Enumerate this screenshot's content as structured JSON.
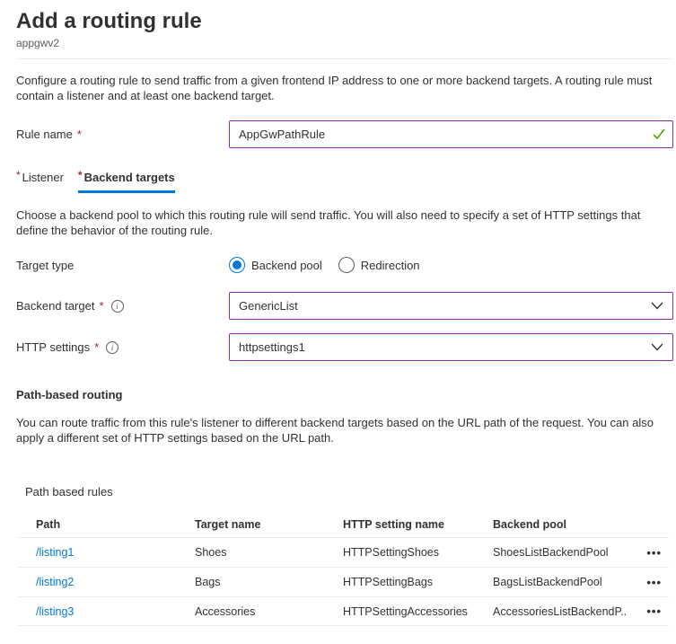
{
  "page": {
    "title": "Add a routing rule",
    "subtitle": "appgwv2",
    "intro": "Configure a routing rule to send traffic from a given frontend IP address to one or more backend targets. A routing rule must contain a listener and at least one backend target."
  },
  "glyphs": {
    "required": "*",
    "info": "i",
    "more_options": "•••"
  },
  "colors": {
    "accent": "#0078d4",
    "edited_field_border": "#8a2da5",
    "valid_green": "#57a300",
    "required_red": "#a4262c",
    "link": "#0078d4",
    "divider": "#edebe9"
  },
  "form": {
    "rule_name": {
      "label": "Rule name",
      "value": "AppGwPathRule"
    },
    "tabs": [
      {
        "label": "Listener",
        "active": false
      },
      {
        "label": "Backend targets",
        "active": true
      }
    ],
    "backend_intro": "Choose a backend pool to which this routing rule will send traffic. You will also need to specify a set of HTTP settings that define the behavior of the routing rule.",
    "target_type": {
      "label": "Target type",
      "options": [
        {
          "label": "Backend pool",
          "selected": true
        },
        {
          "label": "Redirection",
          "selected": false
        }
      ]
    },
    "backend_target": {
      "label": "Backend target",
      "value": "GenericList"
    },
    "http_settings": {
      "label": "HTTP settings",
      "value": "httpsettings1"
    }
  },
  "path_routing": {
    "heading": "Path-based routing",
    "description": "You can route traffic from this rule's listener to different backend targets based on the URL path of the request. You can also apply a different set of HTTP settings based on the URL path.",
    "table_label": "Path based rules",
    "columns": [
      "Path",
      "Target name",
      "HTTP setting name",
      "Backend pool"
    ],
    "rows": [
      {
        "path": "/listing1",
        "target_name": "Shoes",
        "http_setting_name": "HTTPSettingShoes",
        "backend_pool": "ShoesListBackendPool"
      },
      {
        "path": "/listing2",
        "target_name": "Bags",
        "http_setting_name": "HTTPSettingBags",
        "backend_pool": "BagsListBackendPool"
      },
      {
        "path": "/listing3",
        "target_name": "Accessories",
        "http_setting_name": "HTTPSettingAccessories",
        "backend_pool": "AccessoriesListBackendP..."
      }
    ]
  }
}
